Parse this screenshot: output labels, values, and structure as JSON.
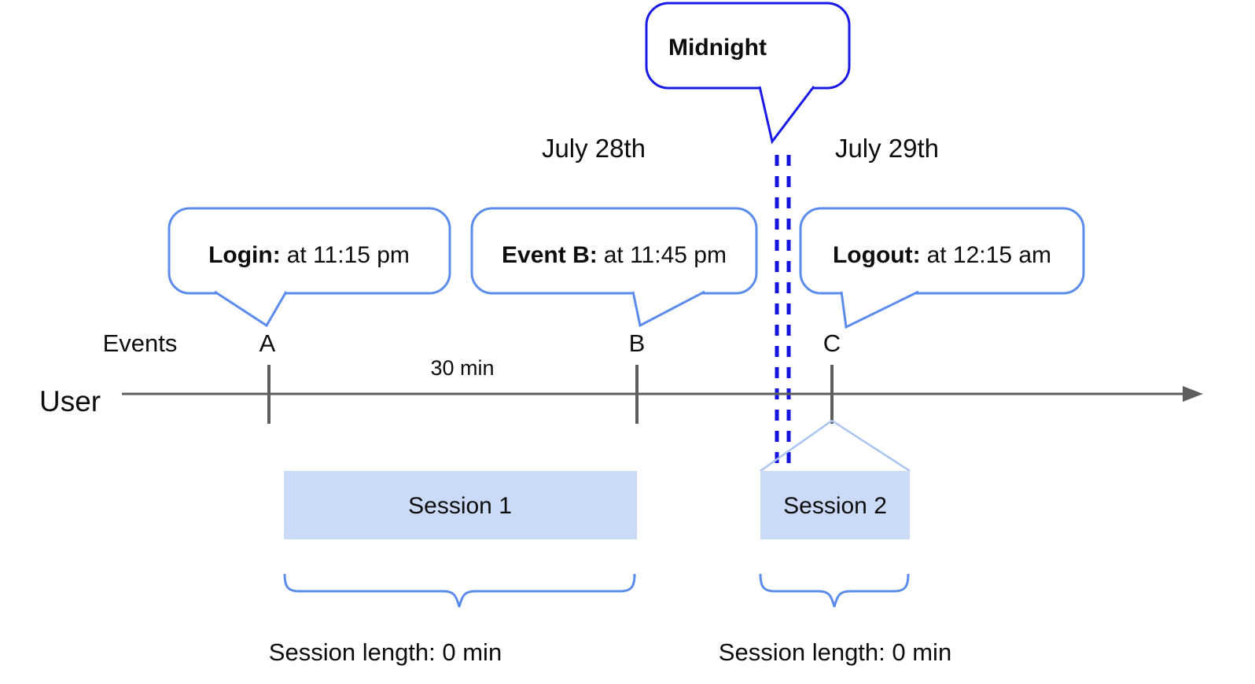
{
  "diagram": {
    "title_hint": "User session timeline across midnight",
    "colors": {
      "midnight_blue": "#1a1ae8",
      "divider_blue": "#1414dd",
      "callout_blue": "#5b8cec",
      "session_fill": "#cbdaf6",
      "tent_line": "#aac4f2",
      "axis_gray": "#5e5e5e",
      "text": "#0d0d0d"
    },
    "dates": {
      "left": "July 28th",
      "right": "July 29th"
    },
    "callouts": {
      "midnight": {
        "label": "Midnight"
      },
      "login": {
        "prefix": "Login:",
        "time": "at 11:15 pm"
      },
      "event_b": {
        "prefix": "Event B:",
        "time": "at 11:45 pm"
      },
      "logout": {
        "prefix": "Logout:",
        "time": "at 12:15 am"
      }
    },
    "axis": {
      "events_label": "Events",
      "user_label": "User",
      "interval_label": "30 min",
      "marks": {
        "a": "A",
        "b": "B",
        "c": "C"
      }
    },
    "sessions": {
      "s1": {
        "label": "Session 1",
        "length": "Session length: 0 min"
      },
      "s2": {
        "label": "Session 2",
        "length": "Session length: 0 min"
      }
    }
  }
}
